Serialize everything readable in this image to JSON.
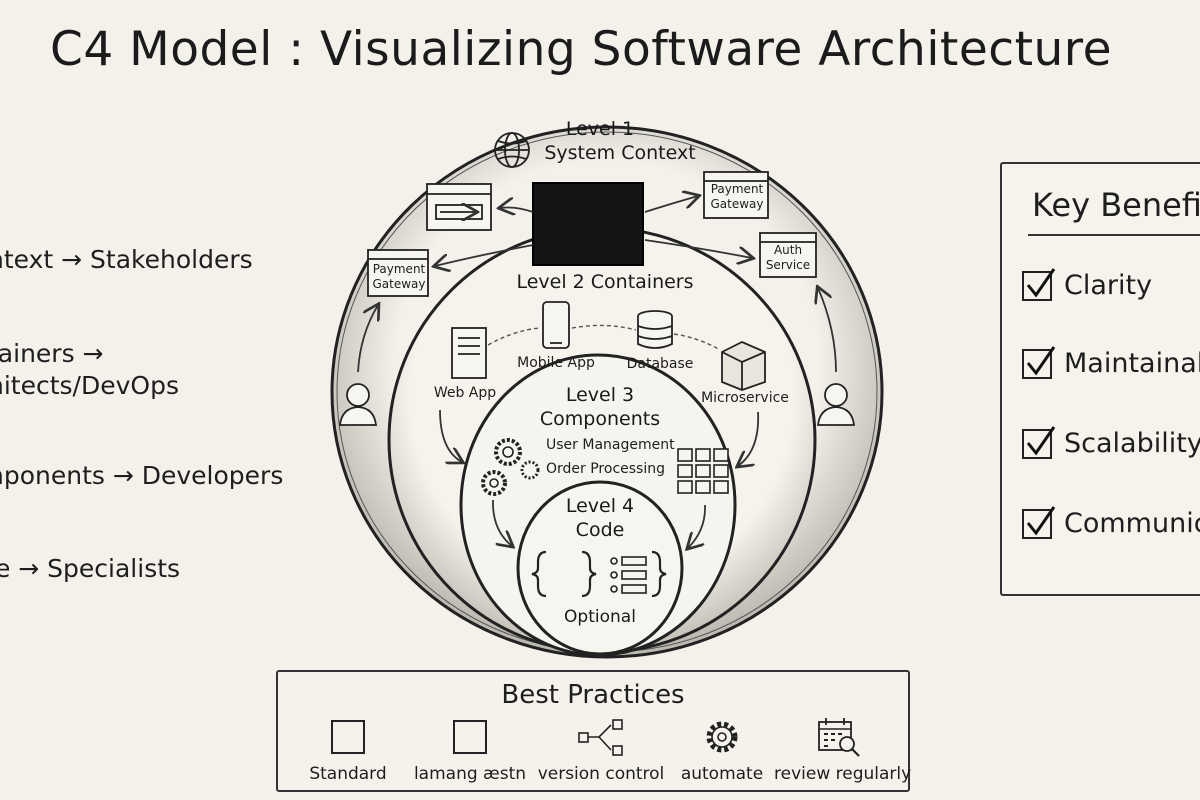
{
  "title": "C4 Model : Visualizing Software Architecture",
  "audiences": [
    {
      "line1": "ntext → Stakeholders",
      "line2": ""
    },
    {
      "line1": "tainers →",
      "line2": "hitects/DevOps"
    },
    {
      "line1": "nponents → Developers",
      "line2": ""
    },
    {
      "line1": "le → Specialists",
      "line2": ""
    }
  ],
  "levels": {
    "l1": {
      "name": "Level 1",
      "sub": "System Context",
      "nodes": [
        "Payment Gateway",
        "Payment Gateway",
        "Auth Service"
      ]
    },
    "l2": {
      "name": "Level 2 Containers",
      "nodes": [
        "Web App",
        "Mobile App",
        "Database",
        "Microservice"
      ]
    },
    "l3": {
      "name": "Level 3",
      "sub": "Components",
      "nodes": [
        "User Management",
        "Order Processing"
      ]
    },
    "l4": {
      "name": "Level 4",
      "sub": "Code",
      "note": "Optional"
    }
  },
  "benefits": {
    "title": "Key Benefi",
    "items": [
      "Clarity",
      "Maintainal",
      "Scalability",
      "Communicc"
    ]
  },
  "best_practices": {
    "title": "Best Practices",
    "items": [
      {
        "label": "Standard",
        "icon": "blank-square-icon"
      },
      {
        "label": "lamang æstn",
        "icon": "blank-square-icon"
      },
      {
        "label": "version control",
        "icon": "branch-icon"
      },
      {
        "label": "automate",
        "icon": "gear-icon"
      },
      {
        "label": "review regularly",
        "icon": "calendar-search-icon"
      }
    ]
  },
  "colors": {
    "ink": "#1e1e1e",
    "paper": "#f3f1ea",
    "shade": "#c9c6bd"
  }
}
